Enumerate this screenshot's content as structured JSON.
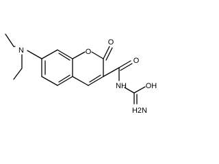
{
  "atoms": {
    "ring_oxygen": "O",
    "carbonyl_oxygen": "O",
    "amine_nitrogen": "N",
    "amide_oxygen": "O",
    "amide_nitrogen": "NH",
    "urea_oxygen": "OH",
    "urea_nitrogen": "H2N"
  },
  "colors": {
    "bond": "#000000",
    "label": "#000000",
    "background": "#ffffff"
  }
}
